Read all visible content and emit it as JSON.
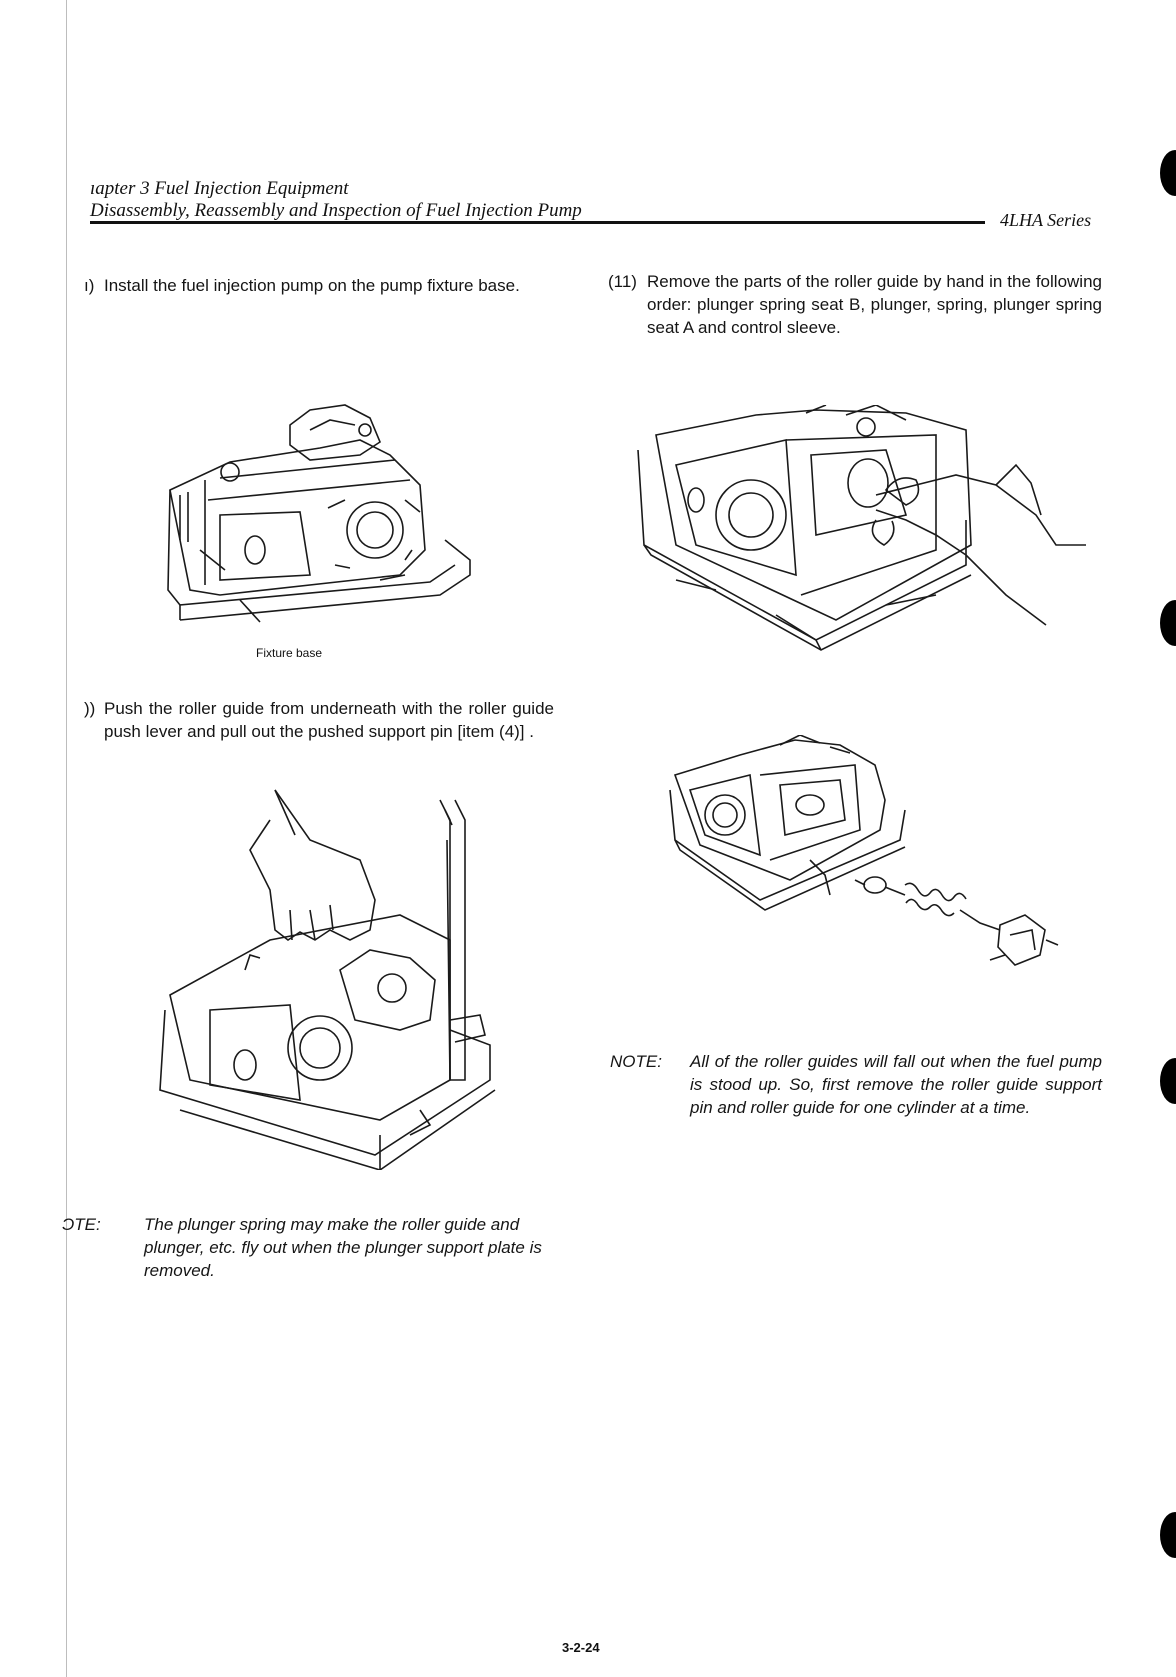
{
  "header": {
    "chapter": "ıapter 3 Fuel Injection Equipment",
    "section": "Disassembly, Reassembly and Inspection of Fuel Injection Pump",
    "series": "4LHA Series"
  },
  "left": {
    "step_a": {
      "number": "ı)",
      "text": "Install the fuel injection pump on the pump fixture base."
    },
    "figure1_caption": "Fixture base",
    "step_b": {
      "number": "))",
      "text": "Push the roller guide from underneath with the roller guide push lever and pull out the pushed support pin [item (4)] ."
    },
    "note": {
      "label": "ƆTE:",
      "text": "The plunger spring may make the roller guide and plunger, etc. fly out when the plunger support plate is removed."
    }
  },
  "right": {
    "step_11": {
      "number": "(11)",
      "text": "Remove the parts of the roller guide by hand in the following order: plunger spring seat B, plunger, spring, plunger spring seat A and control sleeve."
    },
    "note": {
      "label": "NOTE:",
      "text": "All of the roller guides will fall out when the fuel pump is stood up. So, first remove the roller guide support pin and roller guide for one cylinder at a time."
    }
  },
  "footer": {
    "page_number": "3-2-24"
  }
}
